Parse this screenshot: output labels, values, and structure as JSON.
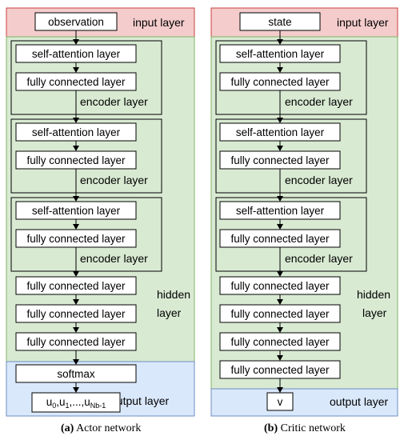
{
  "colors": {
    "input": "#f4cccc",
    "input_border": "#c9403f",
    "hidden": "#d9ead3",
    "hidden_border": "#82b366",
    "output": "#dae8fc",
    "output_border": "#6c8ebf",
    "box": "#ffffff",
    "line": "#000000"
  },
  "labels": {
    "input_layer": "input layer",
    "hidden_layer_line1": "hidden",
    "hidden_layer_line2": "layer",
    "output_layer": "output layer",
    "encoder_layer": "encoder layer",
    "self_attention": "self-attention layer",
    "fully_connected": "fully connected layer"
  },
  "actor": {
    "input_box": "observation",
    "output_box_1": "softmax",
    "output_box_2_main": "u",
    "output_box_2_text": "u0,u1,...,uNb-1",
    "caption_letter": "(a)",
    "caption_text": "Actor network"
  },
  "critic": {
    "input_box": "state",
    "output_box": "v",
    "caption_letter": "(b)",
    "caption_text": "Critic network"
  }
}
